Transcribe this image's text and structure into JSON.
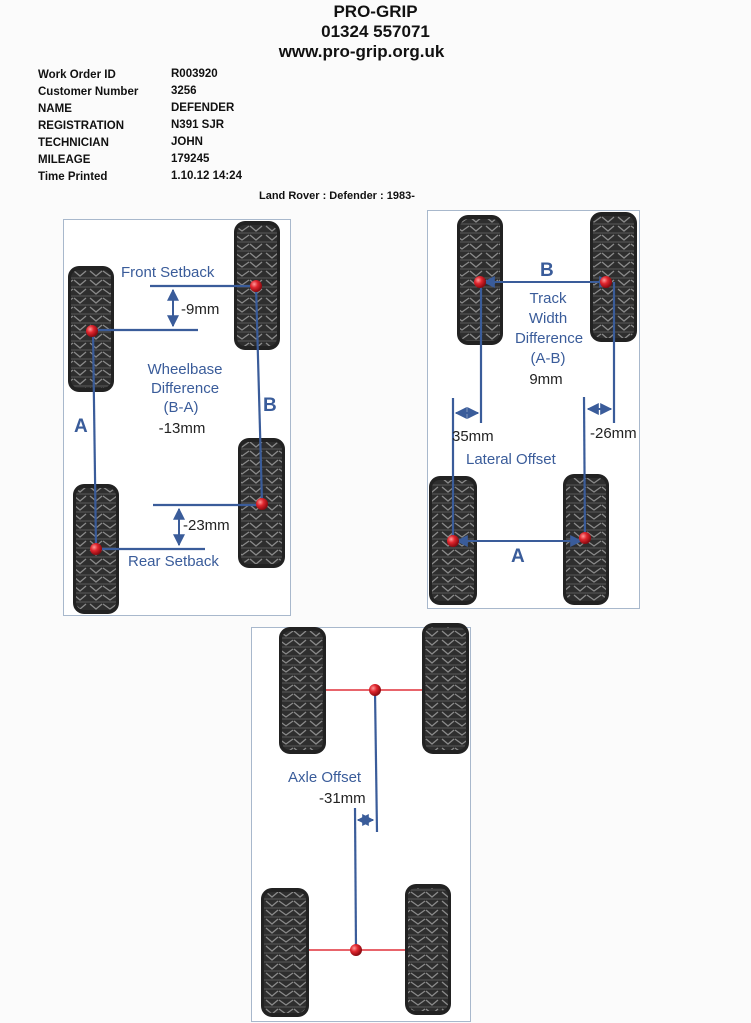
{
  "header": {
    "company": "PRO-GRIP",
    "phone": "01324 557071",
    "website": "www.pro-grip.org.uk"
  },
  "work_order": {
    "labels": [
      "Work Order ID",
      "Customer Number",
      "NAME",
      "REGISTRATION",
      "TECHNICIAN",
      "MILEAGE",
      "Time Printed"
    ],
    "values": [
      "R003920",
      "3256",
      "DEFENDER",
      "N391 SJR",
      "JOHN",
      "179245",
      "1.10.12 14:24"
    ]
  },
  "vehicle": "Land Rover : Defender : 1983-",
  "wheelbase_panel": {
    "front_setback_label": "Front Setback",
    "front_setback_value": "-9mm",
    "difference_line1": "Wheelbase",
    "difference_line2": "Difference",
    "difference_line3": "(B-A)",
    "difference_value": "-13mm",
    "side_a": "A",
    "side_b": "B",
    "rear_setback_value": "-23mm",
    "rear_setback_label": "Rear Setback"
  },
  "track_panel": {
    "axle_b": "B",
    "difference_line1": "Track",
    "difference_line2": "Width",
    "difference_line3": "Difference",
    "difference_line4": "(A-B)",
    "difference_value": "9mm",
    "left_offset": "35mm",
    "right_offset": "-26mm",
    "lateral_label": "Lateral Offset",
    "axle_a": "A"
  },
  "axle_panel": {
    "label": "Axle Offset",
    "value": "-31mm"
  },
  "colors": {
    "blue": "#3a5c9a",
    "red_marker": "#d8262e",
    "axle_red": "#e0303a"
  }
}
